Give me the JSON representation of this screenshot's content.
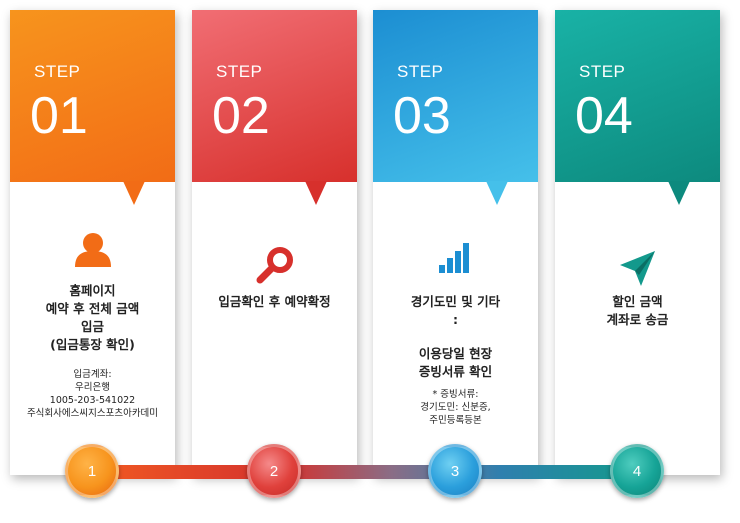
{
  "steps": [
    {
      "label": "STEP",
      "number": "01",
      "color_top": "#f7941d",
      "color_bottom": "#f26c16",
      "icon": "person-icon",
      "main_lines": [
        "홈페이지",
        "예약 후 전체 금액",
        "입금",
        "(입금통장 확인)"
      ],
      "sub_lines": [
        "입금계좌:",
        "우리은행",
        "1005-203-541022",
        "주식회사에스씨지스포츠아카데미"
      ],
      "circle": "1"
    },
    {
      "label": "STEP",
      "number": "02",
      "color_top": "#f16e74",
      "color_bottom": "#d7302c",
      "icon": "search-icon",
      "main_lines": [
        "입금확인 후  예약확정"
      ],
      "sub_lines": [],
      "circle": "2"
    },
    {
      "label": "STEP",
      "number": "03",
      "color_top": "#1c8ed2",
      "color_bottom": "#45c0ea",
      "icon": "bar-chart-icon",
      "main_lines": [
        "경기도민 및 기타",
        ":",
        "",
        "이용당일 현장",
        "증빙서류 확인"
      ],
      "sub_lines": [
        "* 증빙서류:",
        "경기도민: 신분증,",
        "주민등록등본"
      ],
      "circle": "3"
    },
    {
      "label": "STEP",
      "number": "04",
      "color_top": "#19b2a6",
      "color_bottom": "#0d8a7e",
      "icon": "paper-plane-icon",
      "main_lines": [
        "할인 금액",
        "계좌로 송금"
      ],
      "sub_lines": [],
      "circle": "4"
    }
  ]
}
